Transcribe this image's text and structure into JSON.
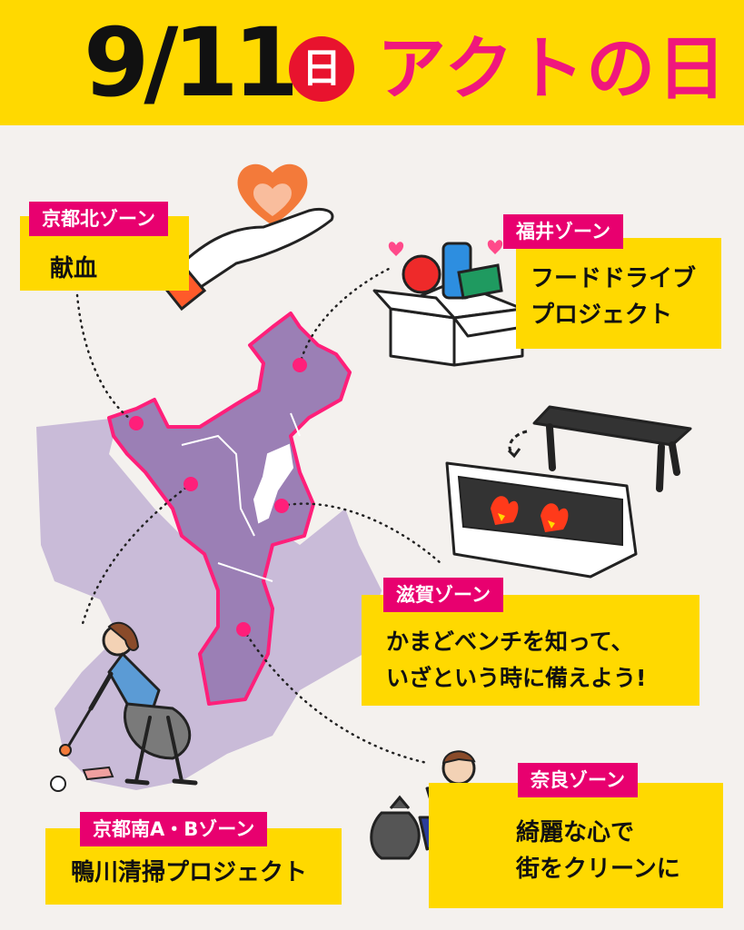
{
  "header": {
    "date": "9/11",
    "day": "日",
    "title": "アクトの日"
  },
  "zones": {
    "kyoto_north": {
      "tag": "京都北ゾーン",
      "activity": "献血"
    },
    "fukui": {
      "tag": "福井ゾーン",
      "activity_line1": "フードドライブ",
      "activity_line2": "プロジェクト"
    },
    "shiga": {
      "tag": "滋賀ゾーン",
      "activity_line1": "かまどベンチを知って、",
      "activity_line2": "いざという時に備えよう!"
    },
    "nara": {
      "tag": "奈良ゾーン",
      "activity_line1": "綺麗な心で",
      "activity_line2": "街をクリーンに"
    },
    "kyoto_south": {
      "tag": "京都南A・Bゾーン",
      "activity": "鴨川清掃プロジェクト"
    }
  },
  "colors": {
    "yellow": "#ffd900",
    "magenta": "#e8006f",
    "red": "#e8132e",
    "title_pink": "#f0177d",
    "map_purple": "#9b7fb5",
    "map_light": "#c9bbd8"
  },
  "icons": [
    "heart-hand-icon",
    "food-box-icon",
    "kamado-bench-icon",
    "cleaning-woman-icon",
    "cleaning-man-icon"
  ]
}
